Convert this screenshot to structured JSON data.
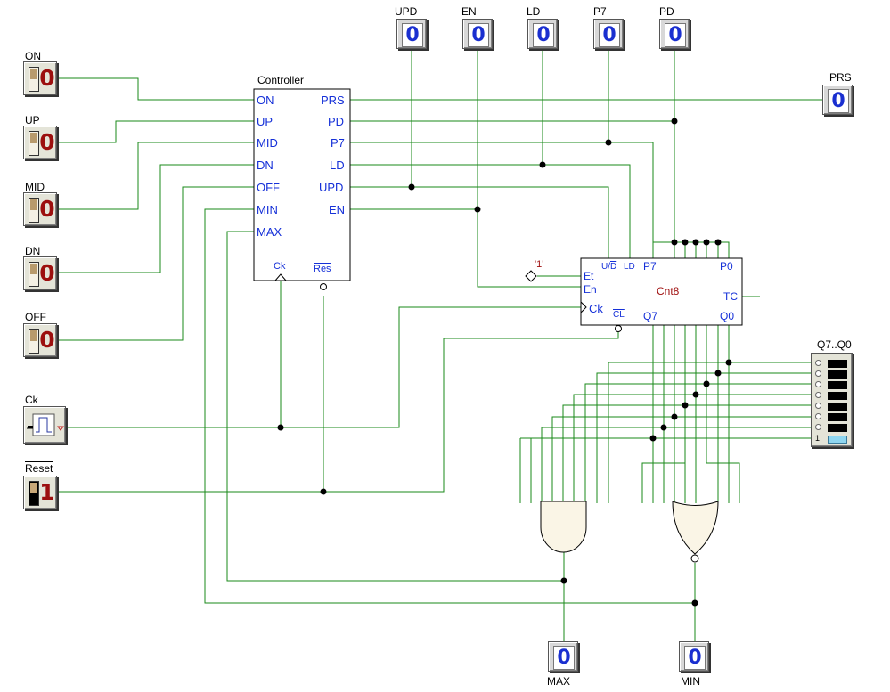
{
  "controller": {
    "title": "Controller",
    "inputs": [
      "ON",
      "UP",
      "MID",
      "DN",
      "OFF",
      "MIN",
      "MAX"
    ],
    "outputs": [
      "PRS",
      "PD",
      "P7",
      "LD",
      "UPD",
      "EN"
    ],
    "clock_pin": "Ck",
    "reset_pin": "Res"
  },
  "counter": {
    "name": "Cnt8",
    "pins": {
      "et": "Et",
      "en": "En",
      "ck": "Ck",
      "ud": "U/D",
      "ud_bar": "D",
      "ld": "LD",
      "p7": "P7",
      "p0": "P0",
      "tc": "TC",
      "cl": "CL",
      "q7": "Q7",
      "q0": "Q0"
    },
    "const_label": "'1'"
  },
  "input_switches": [
    {
      "label": "ON",
      "value": "0"
    },
    {
      "label": "UP",
      "value": "0"
    },
    {
      "label": "MID",
      "value": "0"
    },
    {
      "label": "DN",
      "value": "0"
    },
    {
      "label": "OFF",
      "value": "0"
    }
  ],
  "clock": {
    "label": "Ck"
  },
  "reset": {
    "label": "Reset",
    "value": "1"
  },
  "top_probes": [
    {
      "label": "UPD",
      "value": "0"
    },
    {
      "label": "EN",
      "value": "0"
    },
    {
      "label": "LD",
      "value": "0"
    },
    {
      "label": "P7",
      "value": "0"
    },
    {
      "label": "PD",
      "value": "0"
    }
  ],
  "prs_probe": {
    "label": "PRS",
    "value": "0"
  },
  "max_probe": {
    "label": "MAX",
    "value": "0"
  },
  "min_probe": {
    "label": "MIN",
    "value": "0"
  },
  "bargraph": {
    "label": "Q7..Q0",
    "bottom_led_label": "1"
  },
  "colors": {
    "wire": "#1a8a1a",
    "probe_digit": "#1a2fd0",
    "switch_digit": "#9c0f0f",
    "pin_text": "#1530d8",
    "gate_fill": "#faf5e6",
    "bar_lit": "#8fd6f0"
  }
}
